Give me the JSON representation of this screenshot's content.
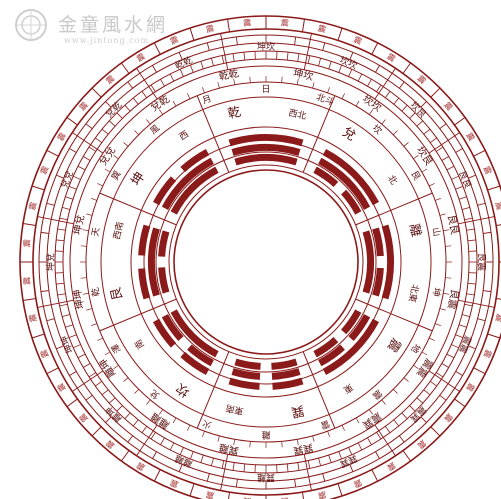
{
  "watermark": {
    "title": "金童風水網",
    "url": "www.jintong.com"
  },
  "colors": {
    "line": "#8b1a1a",
    "fill": "#8b1a1a",
    "text": "#5a1010",
    "ring_cell": "#a32a2a"
  },
  "ring_direction_labels": [
    "北",
    "北東",
    "東",
    "東南",
    "南",
    "西南",
    "西",
    "西北"
  ],
  "ring_trigram_names": [
    "乾",
    "兌",
    "離",
    "震",
    "巽",
    "坎",
    "艮",
    "坤"
  ],
  "ring_named_labels": [
    "日",
    "北斗",
    "坎",
    "艮",
    "山",
    "坤",
    "地",
    "震",
    "雷",
    "離",
    "火",
    "兌",
    "澤",
    "乾",
    "天",
    "巽",
    "風",
    "月"
  ],
  "ring_pair_labels": [
    "坤坎",
    "坎坎",
    "坎艮",
    "艮艮",
    "艮震",
    "震震",
    "震巽",
    "巽巽",
    "巽離",
    "離離",
    "離坤",
    "坤坤",
    "坤兌",
    "兌兌",
    "兌乾",
    "乾乾"
  ],
  "outer_cell_glyph": "震"
}
